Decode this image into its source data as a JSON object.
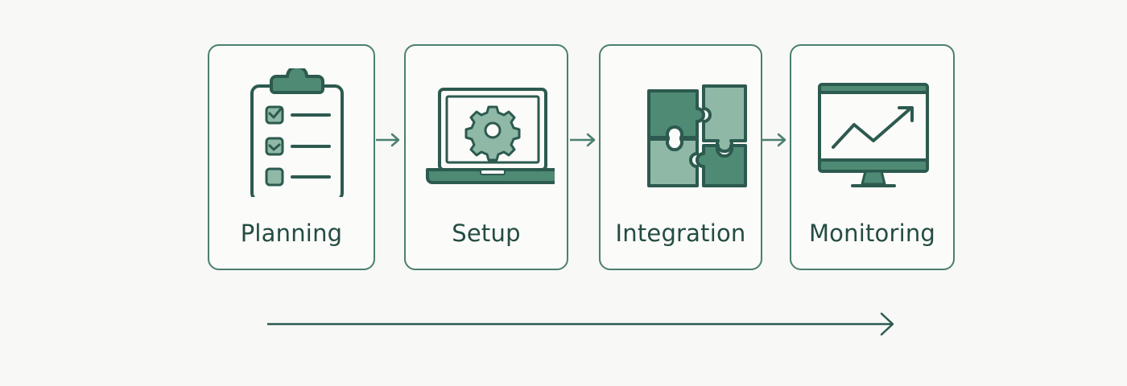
{
  "steps": [
    {
      "label": "Planning",
      "icon": "clipboard-checklist-icon"
    },
    {
      "label": "Setup",
      "icon": "laptop-gear-icon"
    },
    {
      "label": "Integration",
      "icon": "puzzle-pieces-icon"
    },
    {
      "label": "Monitoring",
      "icon": "monitor-chart-icon"
    }
  ],
  "colors": {
    "border": "#4b7f70",
    "dark": "#2c5a4f",
    "medium": "#4f8a74",
    "light": "#8fb8a6",
    "text": "#234c43"
  }
}
